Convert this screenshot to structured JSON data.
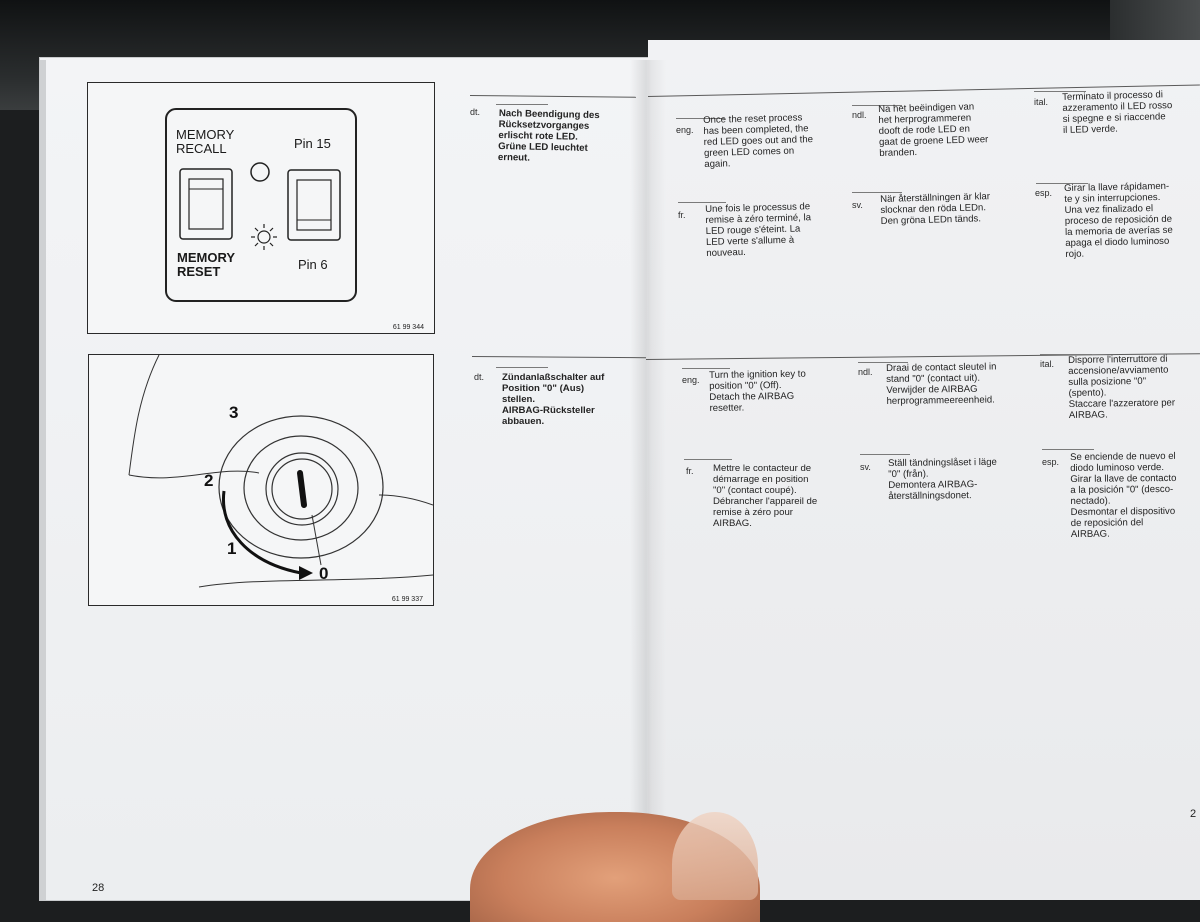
{
  "page_numbers": {
    "left": "28",
    "right": "2"
  },
  "figures": {
    "memory": {
      "code": "61 99 344",
      "memory_recall": "MEMORY\nRECALL",
      "pin15": "Pin 15",
      "memory_reset": "MEMORY\nRESET",
      "pin6": "Pin 6"
    },
    "ignition": {
      "code": "61 99 337",
      "pos3": "3",
      "pos2": "2",
      "pos1": "1",
      "pos0": "0"
    }
  },
  "sections": [
    {
      "dt": {
        "lang": "dt.",
        "text": "Nach Beendigung des\nRücksetzvorganges\nerlischt rote LED.\nGrüne LED leuchtet\nerneut."
      },
      "eng": {
        "lang": "eng.",
        "text": "Once the reset process\nhas been completed, the\nred LED goes out and the\ngreen LED comes on\nagain."
      },
      "ndl": {
        "lang": "ndl.",
        "text": "Na het beëindigen van\nhet herprogrammeren\ndooft de rode LED en\ngaat de groene LED weer\nbranden."
      },
      "ital": {
        "lang": "ital.",
        "text": "Terminato il processo di\nazzeramento il LED rosso\nsi spegne e si riaccende\nil LED verde."
      },
      "fr": {
        "lang": "fr.",
        "text": "Une fois le processus de\nremise à zéro terminé, la\nLED rouge s'éteint. La\nLED verte s'allume à\nnouveau."
      },
      "sv": {
        "lang": "sv.",
        "text": "När återställningen är klar\nslocknar den röda LEDn.\nDen gröna LEDn tänds."
      },
      "esp": {
        "lang": "esp.",
        "text": "Girar la llave rápidamen-\nte y sin interrupciones.\nUna vez finalizado el\nproceso de reposición de\nla memoria de averías se\napaga el diodo luminoso\nrojo."
      }
    },
    {
      "dt": {
        "lang": "dt.",
        "text": "Zündanlaßschalter auf\nPosition \"0\" (Aus)\nstellen.\nAIRBAG-Rücksteller\nabbauen."
      },
      "eng": {
        "lang": "eng.",
        "text": "Turn the ignition key to\nposition \"0\" (Off).\nDetach the AIRBAG\nresetter."
      },
      "ndl": {
        "lang": "ndl.",
        "text": "Draai de contact sleutel in\nstand \"0\" (contact uit).\nVerwijder de AIRBAG\nherprogrammeereenheid."
      },
      "ital": {
        "lang": "ital.",
        "text": "Disporre l'interruttore di\naccensione/avviamento\nsulla posizione \"0\"\n(spento).\nStaccare l'azzeratore per\nAIRBAG."
      },
      "fr": {
        "lang": "fr.",
        "text": "Mettre le contacteur de\ndémarrage en position\n\"0\" (contact coupé).\nDébrancher l'appareil de\nremise à zéro pour\nAIRBAG."
      },
      "sv": {
        "lang": "sv.",
        "text": "Ställ tändningslåset i läge\n\"0\" (från).\nDemontera AIRBAG-\nåterställningsdonet."
      },
      "esp": {
        "lang": "esp.",
        "text": "Se enciende de nuevo el\ndiodo luminoso verde.\nGirar la llave de contacto\na la posición \"0\" (desco-\nnectado).\nDesmontar el dispositivo\nde reposición del\nAIRBAG."
      }
    }
  ]
}
